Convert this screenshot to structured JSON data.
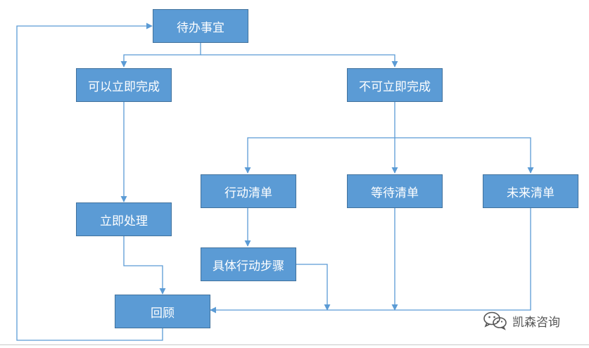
{
  "nodes": {
    "todo": "待办事宜",
    "can_do_now": "可以立即完成",
    "cannot_do_now": "不可立即完成",
    "do_now": "立即处理",
    "action_list": "行动清单",
    "waiting_list": "等待清单",
    "future_list": "未来清单",
    "specific_steps": "具体行动步骤",
    "review": "回顾"
  },
  "watermark": {
    "text": "凯森咨询",
    "icon": "wechat-icon"
  },
  "colors": {
    "node_fill": "#5b9bd5",
    "node_border": "#41719c",
    "connector": "#5b9bd5"
  }
}
